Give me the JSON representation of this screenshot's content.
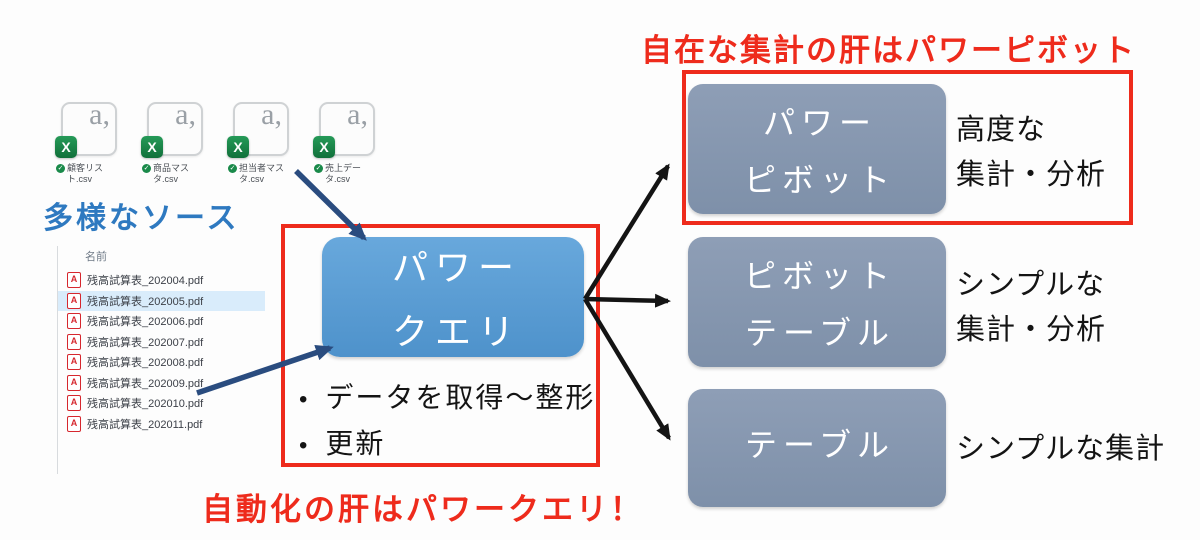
{
  "annotations": {
    "top": "自在な集計の肝はパワーピボット",
    "bottom": "自動化の肝はパワークエリ！"
  },
  "icons": {
    "csv_glyph": "a,",
    "excel_badge": "X",
    "sync_check": "✓",
    "pdf_glyph": "A"
  },
  "sources": {
    "label": "多様なソース",
    "csv_files": [
      {
        "name": "顧客リスト.csv"
      },
      {
        "name": "商品マスタ.csv"
      },
      {
        "name": "担当者マスタ.csv"
      },
      {
        "name": "売上データ.csv"
      }
    ],
    "file_list": {
      "header": "名前",
      "selected": "残高試算表_202005.pdf",
      "files": [
        "残高試算表_202004.pdf",
        "残高試算表_202005.pdf",
        "残高試算表_202006.pdf",
        "残高試算表_202007.pdf",
        "残高試算表_202008.pdf",
        "残高試算表_202009.pdf",
        "残高試算表_202010.pdf",
        "残高試算表_202011.pdf"
      ]
    }
  },
  "power_query": {
    "title_line1": "パワー",
    "title_line2": "クエリ",
    "bullets": [
      "データを取得～整形",
      "更新"
    ]
  },
  "outputs": [
    {
      "title_line1": "パワー",
      "title_line2": "ピボット",
      "desc_line1": "高度な",
      "desc_line2": "集計・分析"
    },
    {
      "title_line1": "ピボット",
      "title_line2": "テーブル",
      "desc_line1": "シンプルな",
      "desc_line2": "集計・分析"
    },
    {
      "title_line1": "テーブル",
      "title_line2": "",
      "desc_line1": "シンプルな集計",
      "desc_line2": ""
    }
  ],
  "colors": {
    "red_accent": "#EE2B1C",
    "power_query_blue": "#5799D2",
    "output_gray_blue": "#8696AF",
    "arrow_blue": "#2A4C7F",
    "arrow_black": "#141414",
    "source_label_blue": "#2E79C0",
    "excel_green": "#1A7E43",
    "pdf_red": "#D6272E",
    "selected_row": "#D9ECFB"
  }
}
